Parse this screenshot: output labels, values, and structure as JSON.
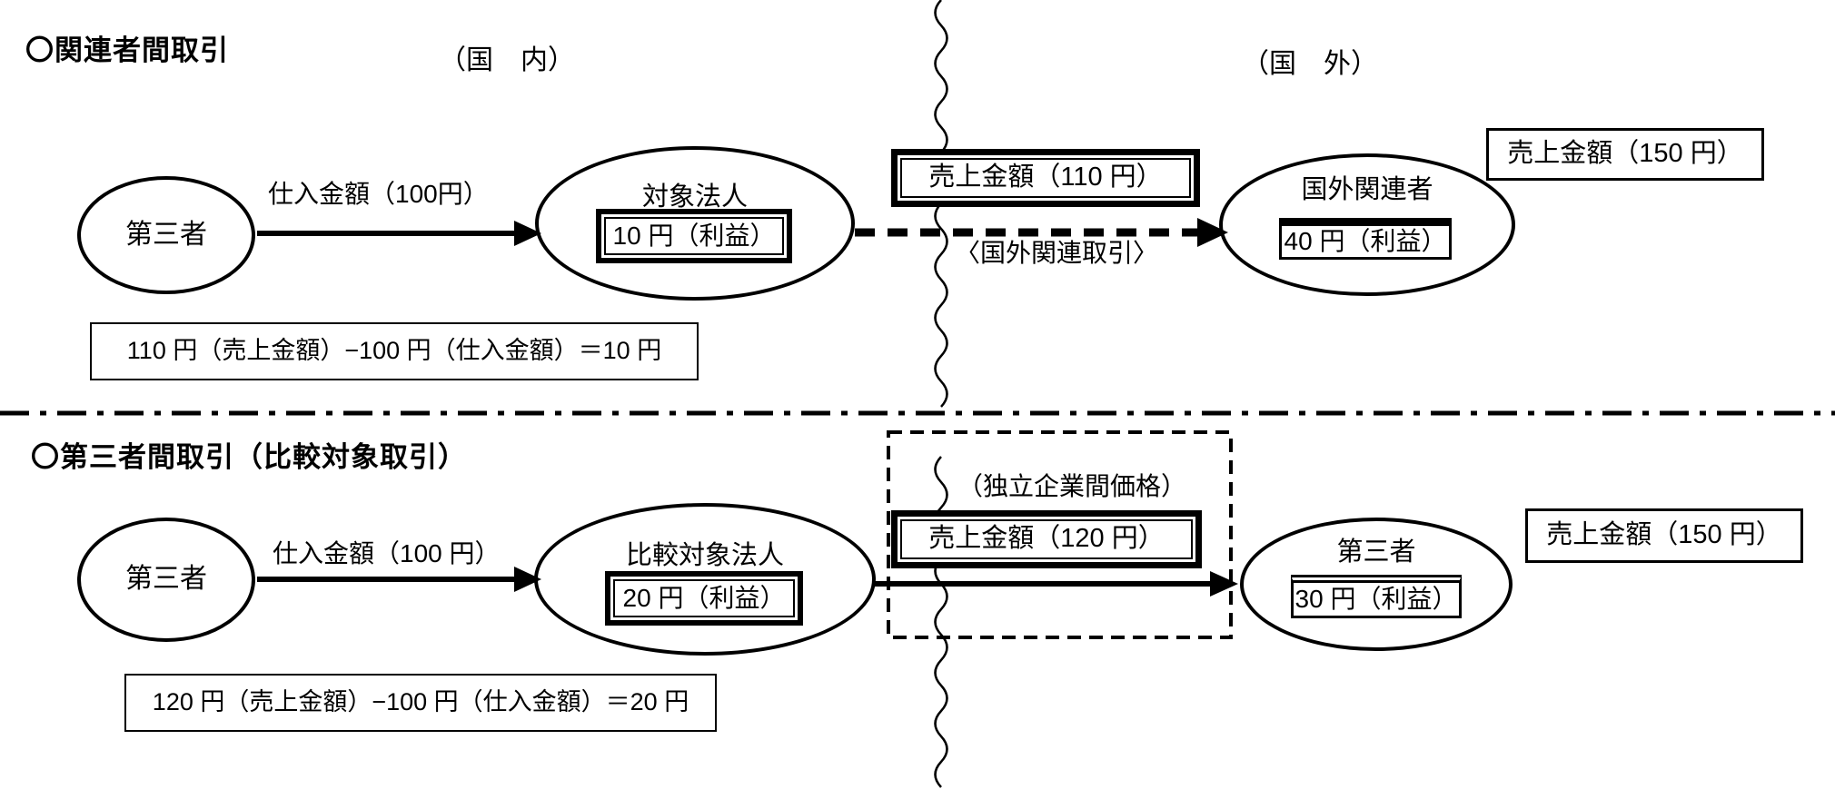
{
  "diagram": {
    "top": {
      "title": "〇関連者間取引",
      "domestic": "（国　内）",
      "foreign": "（国　外）",
      "third_party": "第三者",
      "purchase_label": "仕入金額（100円）",
      "target_corp": "対象法人",
      "target_profit": "10 円（利益）",
      "sales_110": "売上金額（110 円）",
      "foreign_transaction": "〈国外関連取引〉",
      "foreign_related": "国外関連者",
      "foreign_profit": "40 円（利益）",
      "sales_150": "売上金額（150 円）",
      "formula": "110 円（売上金額）−100 円（仕入金額）＝10 円"
    },
    "bottom": {
      "title": "〇第三者間取引（比較対象取引）",
      "third_party_left": "第三者",
      "purchase_label": "仕入金額（100 円）",
      "comparable_corp": "比較対象法人",
      "comparable_profit": "20 円（利益）",
      "arms_length_price": "（独立企業間価格）",
      "sales_120": "売上金額（120 円）",
      "third_party_right": "第三者",
      "third_party_profit": "30 円（利益）",
      "sales_150": "売上金額（150 円）",
      "formula": "120 円（売上金額）−100 円（仕入金額）＝20 円"
    },
    "colors": {
      "ink": "#000000",
      "paper": "#ffffff"
    }
  }
}
